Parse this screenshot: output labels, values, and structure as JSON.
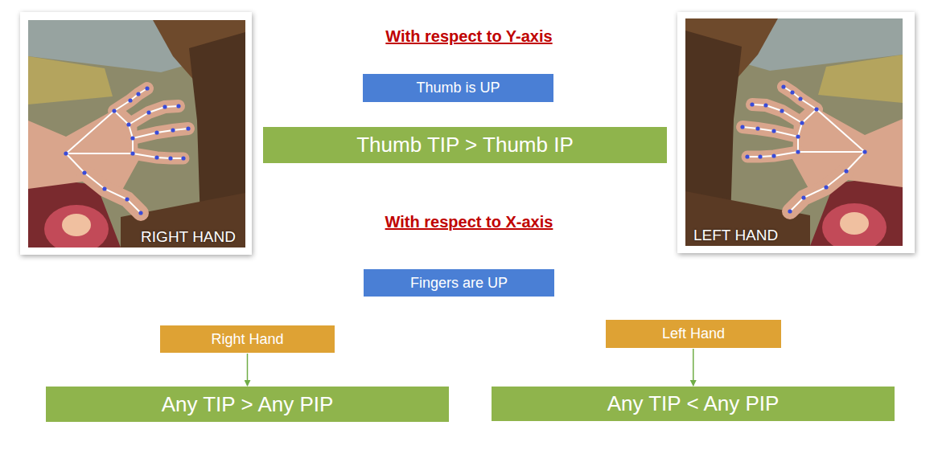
{
  "diagram": {
    "nodes": [
      {
        "text": [
          "RIGHT HAND"
        ]
      },
      {
        "text": [
          "Thumb is UP"
        ]
      },
      {
        "text": [
          "LEFT HAND"
        ]
      },
      {
        "text": [
          "Thumb TIP > Thumb IP"
        ]
      },
      {
        "text": [
          "Fingers are UP"
        ]
      },
      {
        "text": [
          "Right Hand"
        ]
      },
      {
        "text": [
          "Left Hand"
        ]
      },
      {
        "text": [
          "Any TIP > Any PIP"
        ]
      },
      {
        "text": [
          "Any TIP < Any PIP"
        ]
      }
    ],
    "edges": [
      {
        "from": 5,
        "to": 7,
        "arrow": "to"
      },
      {
        "from": 6,
        "to": 8,
        "arrow": "to"
      }
    ],
    "labels": [
      "With respect to Y-axis",
      "With respect to X-axis"
    ]
  }
}
